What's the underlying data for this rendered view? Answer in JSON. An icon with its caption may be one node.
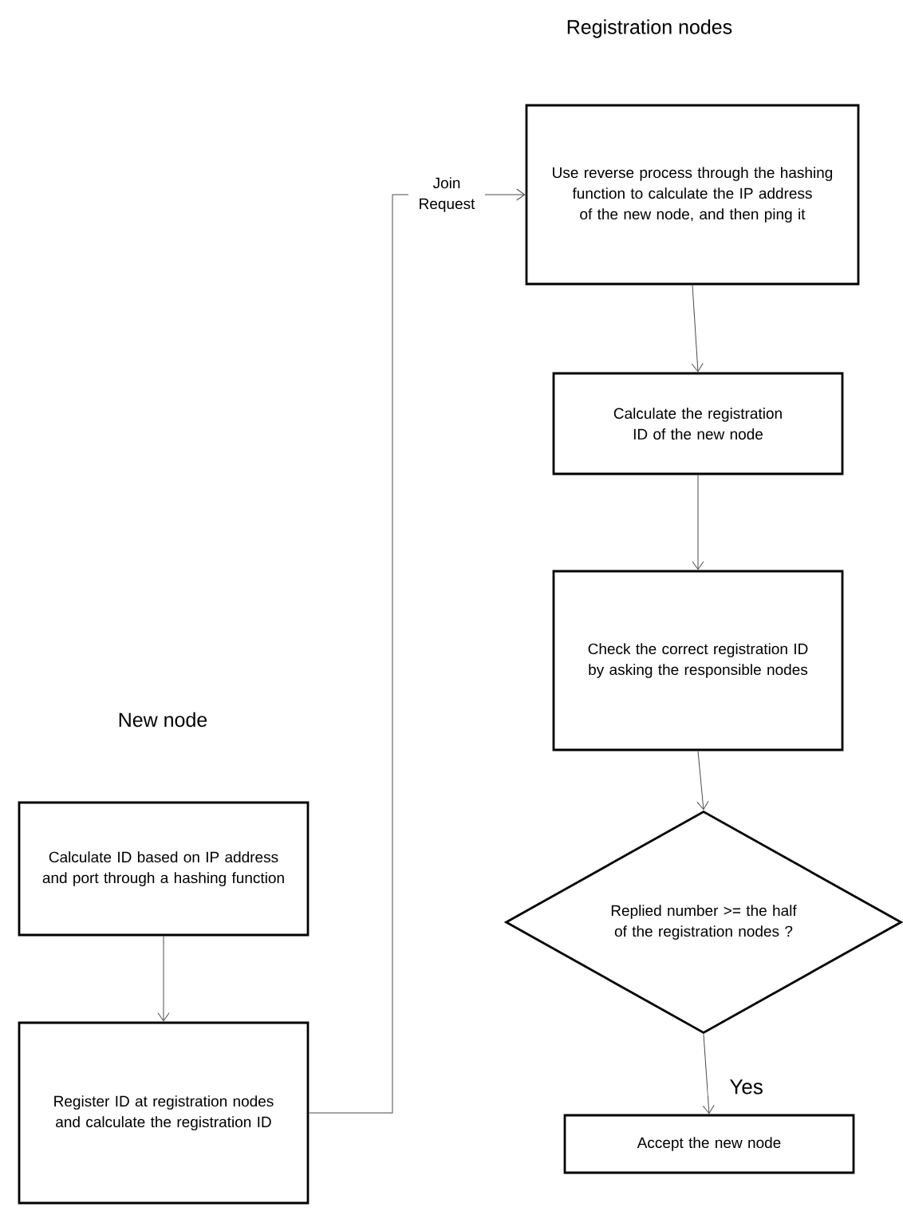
{
  "diagram": {
    "nodes": [
      {
        "text": [
          "Use reverse process through the hashing function to calculate the IP address of the new node, and then ping it"
        ]
      },
      {
        "text": [
          "Calculate the registration ID of the new node"
        ]
      },
      {
        "text": [
          "Check the correct registration ID  by asking the responsible nodes"
        ]
      },
      {
        "text": [
          "Replied number >= the half of the registration nodes ?"
        ]
      },
      {
        "text": [
          "Accept the new node"
        ]
      },
      {
        "text": [
          "Calculate ID based on IP address and port through a hashing function"
        ]
      },
      {
        "text": [
          "Register ID at registration nodes and calculate the registration ID"
        ]
      }
    ],
    "edges": [
      {
        "from": 5,
        "to": 6,
        "arrow": "to"
      },
      {
        "from": 6,
        "to": 0,
        "arrow": "to",
        "label": "Join Request"
      },
      {
        "from": 0,
        "to": 1,
        "arrow": "to"
      },
      {
        "from": 1,
        "to": 2,
        "arrow": "to"
      },
      {
        "from": 2,
        "to": 3,
        "arrow": "to"
      },
      {
        "from": 3,
        "to": 4,
        "arrow": "to",
        "label": "Yes"
      }
    ],
    "labels": [
      "Registration nodes",
      "New node"
    ]
  }
}
